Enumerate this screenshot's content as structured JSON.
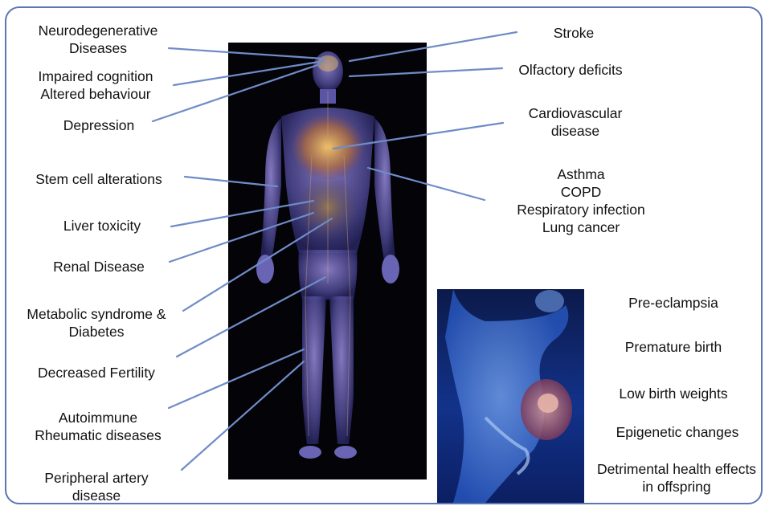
{
  "colors": {
    "frame": "#5b76b3",
    "connector": "#6f8cc7",
    "panel_body_bg": "#030308",
    "panel_pregnancy_bg": "#12328a"
  },
  "left_labels": [
    {
      "lines": [
        "Neurodegenerative",
        "Diseases"
      ]
    },
    {
      "lines": [
        "Impaired cognition",
        "Altered behaviour"
      ]
    },
    {
      "lines": [
        "Depression"
      ]
    },
    {
      "lines": [
        "Stem cell alterations"
      ]
    },
    {
      "lines": [
        "Liver toxicity"
      ]
    },
    {
      "lines": [
        "Renal Disease"
      ]
    },
    {
      "lines": [
        "Metabolic syndrome &",
        "Diabetes"
      ]
    },
    {
      "lines": [
        "Decreased Fertility"
      ]
    },
    {
      "lines": [
        "Autoimmune",
        "Rheumatic diseases"
      ]
    },
    {
      "lines": [
        "Peripheral artery",
        "disease"
      ]
    }
  ],
  "right_labels": [
    {
      "lines": [
        "Stroke"
      ]
    },
    {
      "lines": [
        "Olfactory deficits"
      ]
    },
    {
      "lines": [
        "Cardiovascular",
        "disease"
      ]
    },
    {
      "lines": [
        "Asthma",
        "COPD",
        "Respiratory infection",
        "Lung cancer"
      ]
    }
  ],
  "pregnancy_labels": [
    {
      "lines": [
        "Pre-eclampsia"
      ]
    },
    {
      "lines": [
        "Premature birth"
      ]
    },
    {
      "lines": [
        "Low birth weights"
      ]
    },
    {
      "lines": [
        "Epigenetic changes"
      ]
    },
    {
      "lines": [
        "Detrimental health effects",
        "in offspring"
      ]
    }
  ]
}
